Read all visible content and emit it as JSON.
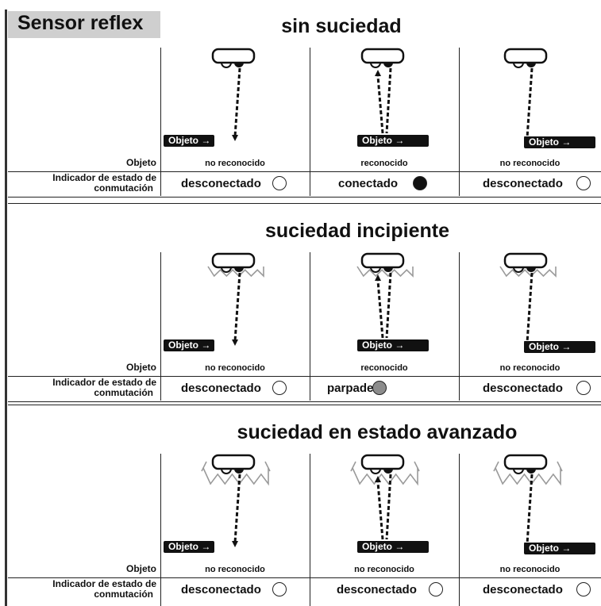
{
  "header": {
    "title": "Sensor reflex"
  },
  "labels": {
    "object_row": "Objeto",
    "status_row_line1": "Indicador de estado de",
    "status_row_line2": "conmutación",
    "object_tag": "Objeto →"
  },
  "sections": [
    {
      "title": "sin suciedad",
      "dirt": "none",
      "cells": [
        {
          "object": "no reconocido",
          "status": "desconectado",
          "indicator": "off",
          "beam": "single"
        },
        {
          "object": "reconocido",
          "status": "conectado",
          "indicator": "on",
          "beam": "double"
        },
        {
          "object": "no reconocido",
          "status": "desconectado",
          "indicator": "off",
          "beam": "single"
        }
      ]
    },
    {
      "title": "suciedad incipiente",
      "dirt": "light",
      "cells": [
        {
          "object": "no reconocido",
          "status": "desconectado",
          "indicator": "off",
          "beam": "single"
        },
        {
          "object": "reconocido",
          "status": "parpadea",
          "indicator": "blink",
          "beam": "double"
        },
        {
          "object": "no reconocido",
          "status": "desconectado",
          "indicator": "off",
          "beam": "single"
        }
      ]
    },
    {
      "title": "suciedad en estado avanzado",
      "dirt": "heavy",
      "cells": [
        {
          "object": "no reconocido",
          "status": "desconectado",
          "indicator": "off",
          "beam": "single"
        },
        {
          "object": "no reconocido",
          "status": "desconectado",
          "indicator": "off",
          "beam": "double"
        },
        {
          "object": "no reconocido",
          "status": "desconectado",
          "indicator": "off",
          "beam": "single"
        }
      ]
    }
  ],
  "colors": {
    "indicator_on": "#111111",
    "indicator_blink": "#8c8c8c",
    "indicator_off": "#ffffff",
    "dirt": "#9a9a9a",
    "title_bg": "#cfcfcf"
  }
}
